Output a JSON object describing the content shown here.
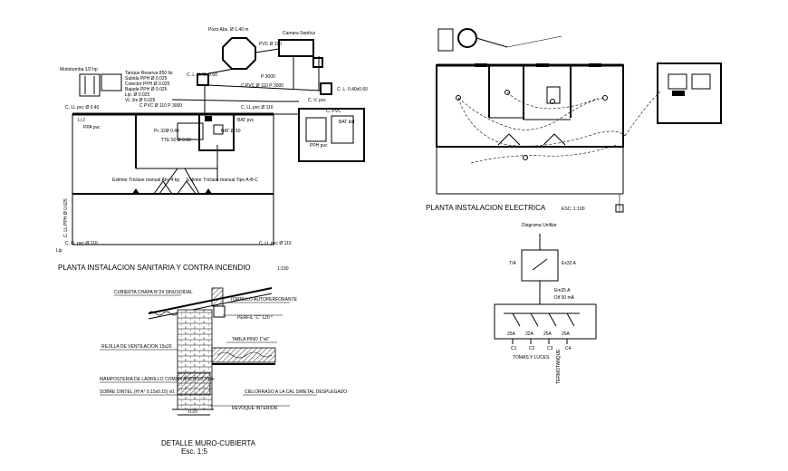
{
  "sanitaria": {
    "title": "PLANTA INSTALACION SANITARIA Y CONTRA INCENDIO",
    "scale": "1:100",
    "labels": {
      "pozo": "Pozo Abs. Ø 1.40 m",
      "camara": "Camara Septica",
      "pvc_top": "PVC Ø 110",
      "pendiente_top": "P 3000",
      "motobomba": "Motobomba 1/2 hp",
      "tanque_lines": [
        "Tanque Reserva 850 lts",
        "Subida PPH Ø 0.025",
        "Colector PPH Ø 0.025",
        "Bajada PPH Ø 0.025",
        "Lip. Ø 0.025",
        "VL 3m Ø 0.025"
      ],
      "cl_mid": "C. L. 0.40x0.60",
      "cl_right": "C. L. 0.40x0.60",
      "pvc_mid": "C PVC Ø 110 P 3000",
      "cl_left": "C. LL pvc Ø 0.40",
      "cl_left2": "C. LL pvc Ø 110",
      "pvc_inner": "C PVC Ø 110 P 3000",
      "li": "Li 2",
      "ppa": "PPA pvc",
      "bat1": "BAT pvc",
      "pc": "Pc 32Ø 0.40",
      "bat2": "BAT Ø 50",
      "tte": "TTE 50 Ø 0.60",
      "cv": "C. V. pvc",
      "pvc_right": "C. PVC",
      "pph": "PPH pvc",
      "bat_dal": "BAT dal",
      "extintor1": "Extintor Triclase manual Abc 4 kg",
      "extintor2": "Extintor Triclase manual Tipo A-B-C",
      "cl_bottom_left": "C. LL pvc Ø 110",
      "cl_bottom_right": "C. LL pvc Ø 110",
      "vert_label": "C. LL PPH Ø 0.025",
      "lip": "Lip"
    }
  },
  "electrica": {
    "title": "PLANTA INSTALACION ELECTRICA",
    "scale": "ESC. 1:100"
  },
  "diagrama": {
    "title": "Diagrama Unifilar",
    "ta": "T/A",
    "ex": "Ex32 A",
    "breaker_main": "Em25 A",
    "breaker_sub": "Dif 30 mA",
    "circuits": [
      "C1",
      "C2",
      "C3",
      "C4"
    ],
    "ratings": [
      "25A",
      "32A",
      "25A",
      "25A"
    ],
    "tomas": "TOMAS Y LUCES",
    "termotanque": "TERMOTANQUE"
  },
  "detalle": {
    "title": "DETALLE MURO-CUBIERTA",
    "scale": "Esc. 1:5",
    "labels": {
      "cubierta": "CUBIERTA CHAPA N°24 SINUSOIDAL",
      "tornillo": "TORNILLO AUTOPERFORANTE",
      "perfil": "PERFIL \"C\" 120 º",
      "rejilla": "REJILLA DE VENTILACION 15x20",
      "tabla": "TABLA PINO 1\"x6\"",
      "mamposteria": "MAMPOSTERIA DE LADRILLO COMUN ANCHO 0.20 m",
      "dintel": "SOBRE DINTEL (H°A° 0.15x0.15) x0.",
      "cielorraso": "CIELORRASO A LA CAL S/METAL DESPLEGADO",
      "revoque": "REVOQUE INTERIOR",
      "ancho": "0.20"
    }
  }
}
